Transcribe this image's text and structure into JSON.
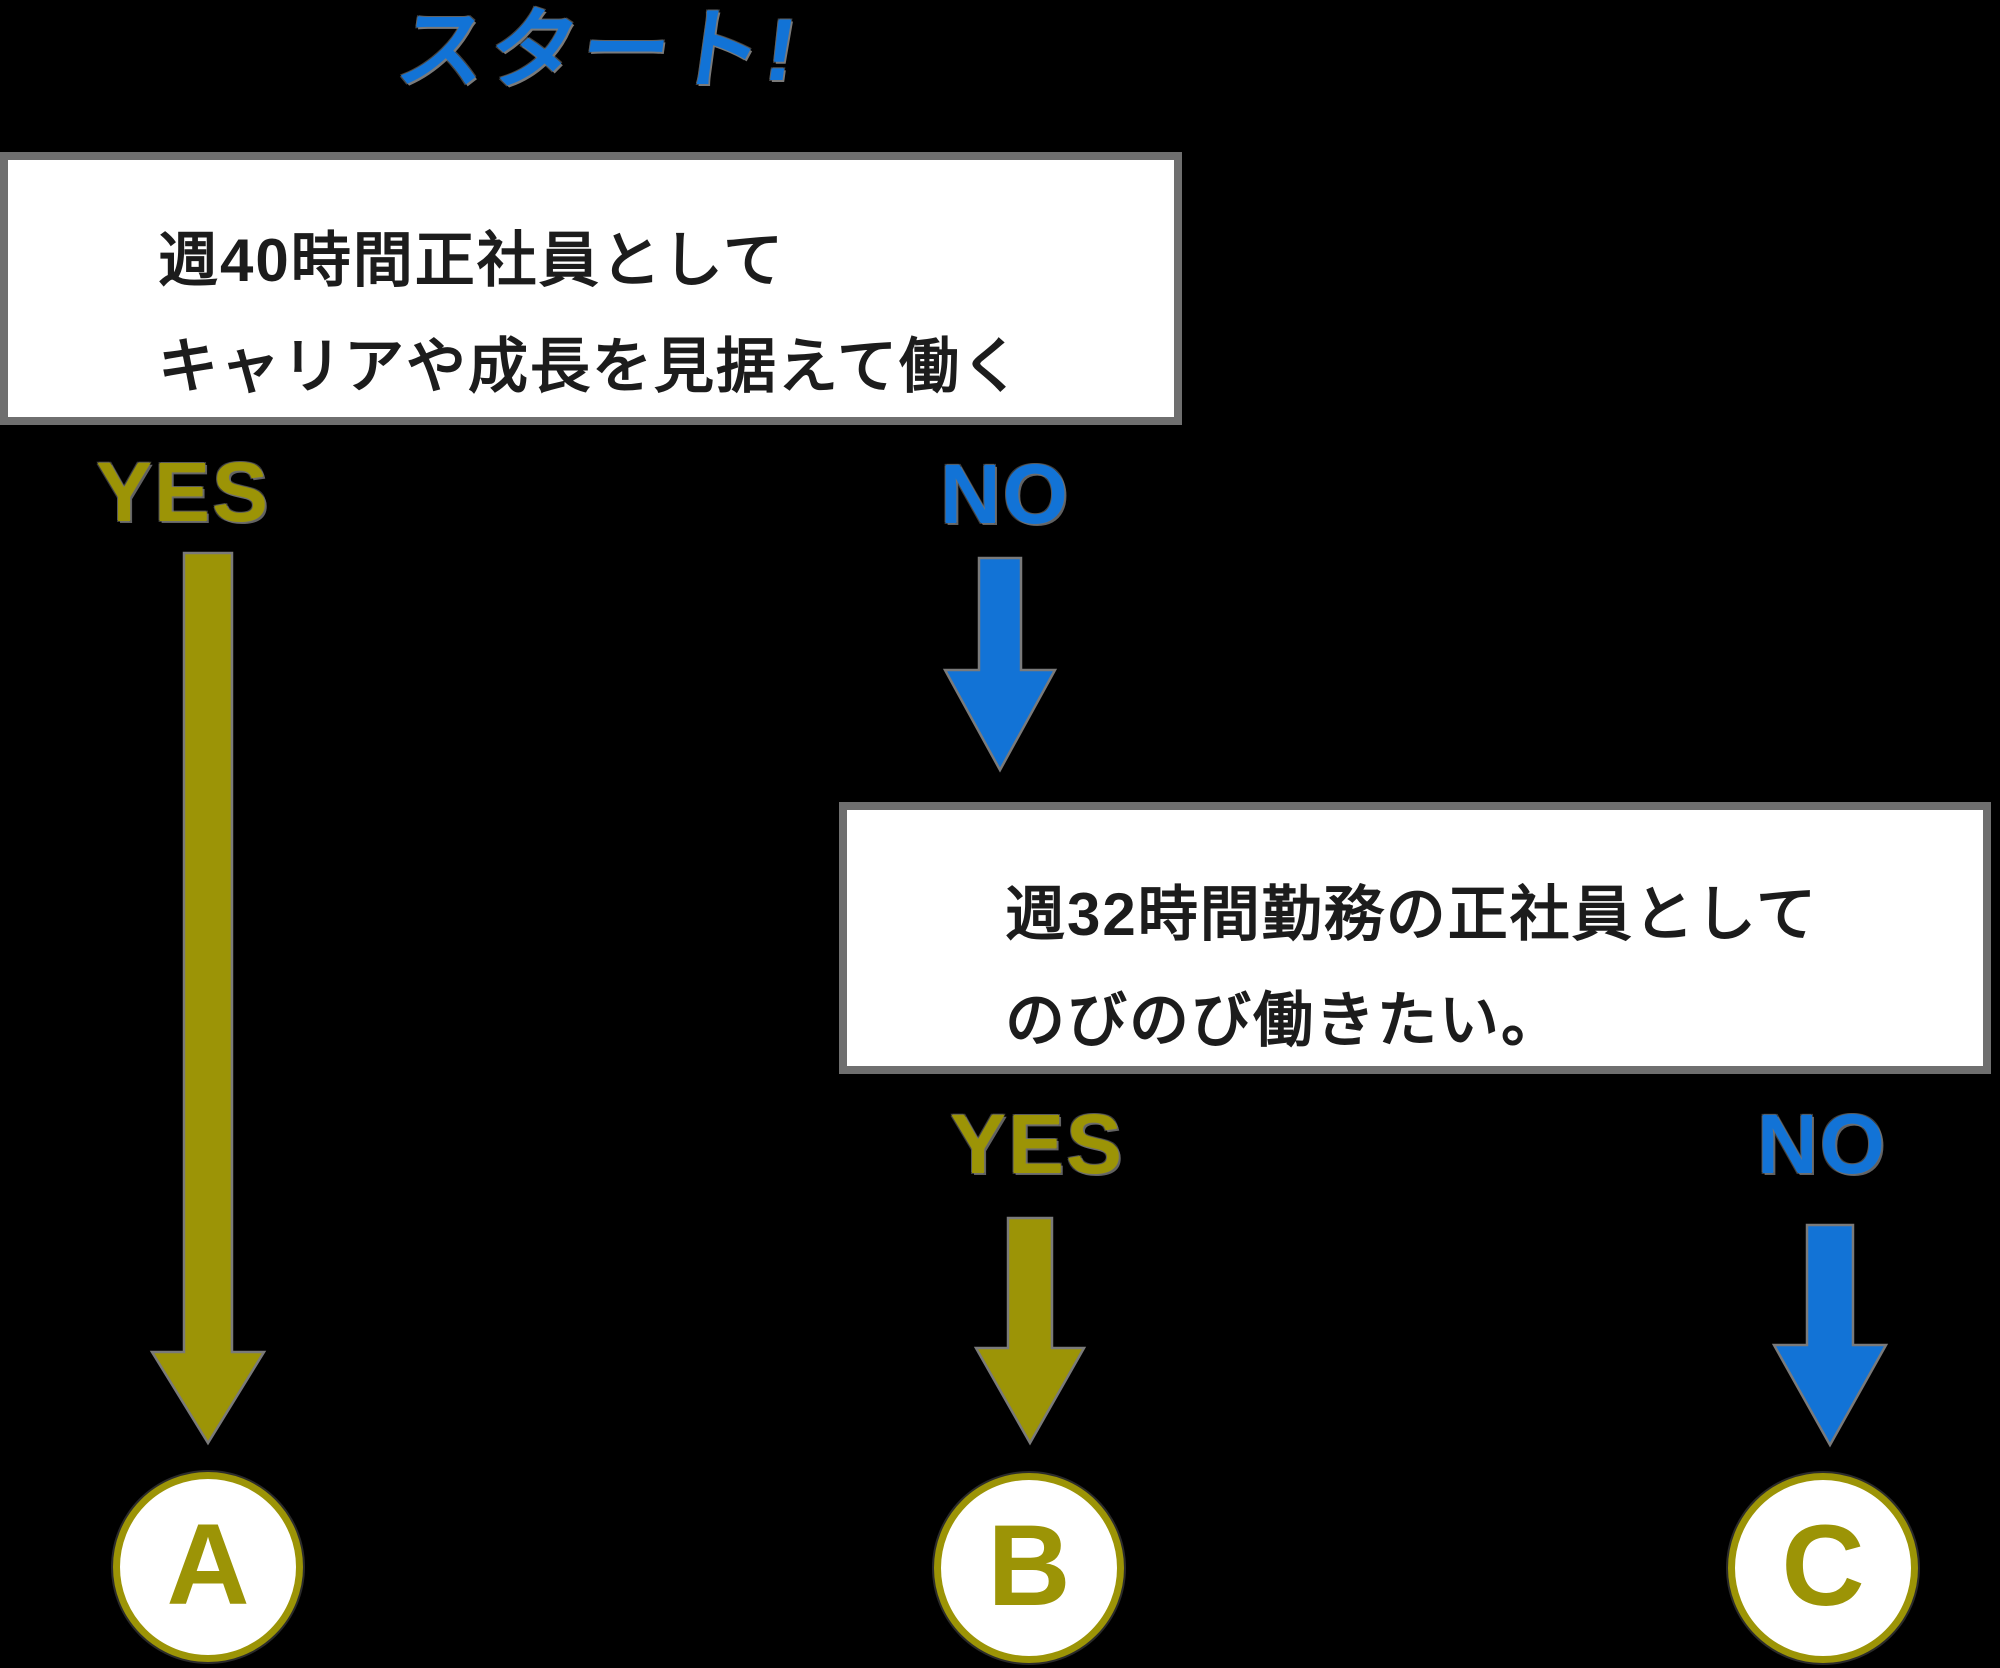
{
  "colors": {
    "background": "#000000",
    "blue": "#1273d6",
    "olive": "#9c9406",
    "box_background": "#ffffff",
    "box_border": "#6f6f6f",
    "question_text": "#1c1c1c",
    "outline_gray": "#7a7a7a"
  },
  "flowchart": {
    "start_label": "スタート!",
    "question1": {
      "lines": [
        "週40時間正社員として",
        "キャリアや成長を見据えて働く"
      ],
      "yes_label": "YES",
      "no_label": "NO"
    },
    "question2": {
      "lines": [
        "週32時間勤務の正社員として",
        "のびのび働きたい。"
      ],
      "yes_label": "YES",
      "no_label": "NO"
    },
    "results": {
      "a": "A",
      "b": "B",
      "c": "C"
    }
  }
}
